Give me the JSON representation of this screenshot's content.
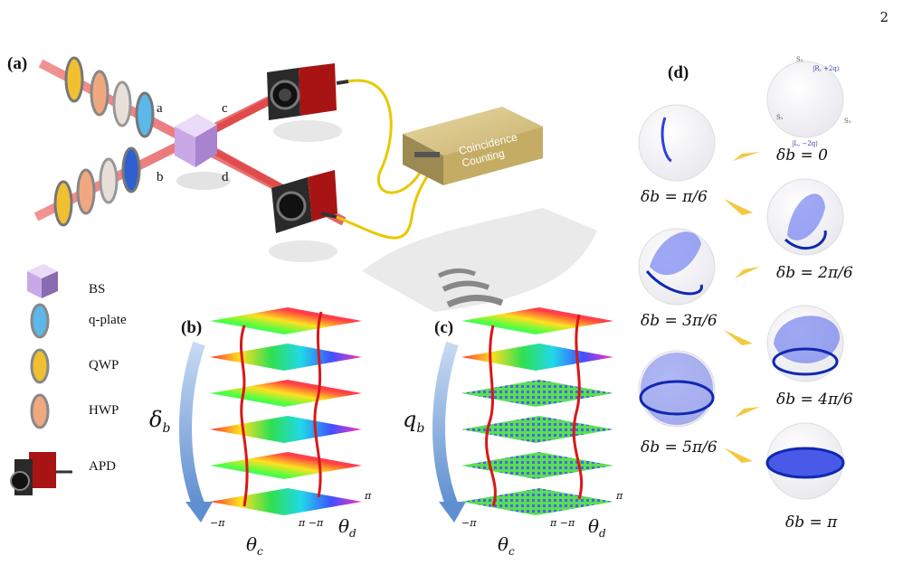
{
  "page_number": "2",
  "panel_a": {
    "label": "(a)",
    "ports": {
      "a": "a",
      "b": "b",
      "c": "c",
      "d": "d"
    },
    "box_line1": "Coincidence",
    "box_line2": "Counting"
  },
  "legend": {
    "bs": "BS",
    "qplate": "q-plate",
    "qwp": "QWP",
    "hwp": "HWP",
    "apd": "APD"
  },
  "panel_b": {
    "label": "(b)",
    "param": "δ",
    "param_sub": "b",
    "axis_x": "θ",
    "axis_x_sub": "c",
    "axis_y": "θ",
    "axis_y_sub": "d",
    "tick_neg_pi": "−π",
    "tick_pi": "π",
    "tick_pi_negpi": "π −π"
  },
  "panel_c": {
    "label": "(c)",
    "param": "q",
    "param_sub": "b",
    "axis_x": "θ",
    "axis_x_sub": "c",
    "axis_y": "θ",
    "axis_y_sub": "d",
    "tick_neg_pi": "−π",
    "tick_pi": "π",
    "tick_pi_negpi": "π −π"
  },
  "panel_d": {
    "label": "(d)",
    "sphere_axes": {
      "s3": "S₃",
      "s1": "S₁",
      "s2": "S₂",
      "top": "|R, +2q⟩",
      "bottom": "|L, −2q⟩"
    },
    "labels": [
      "δb = 0",
      "δb = π/6",
      "δb = 2π/6",
      "δb = 3π/6",
      "δb = 4π/6",
      "δb = 5π/6",
      "δb = π"
    ]
  },
  "colors": {
    "beam": "#e05555",
    "bs": "#c9a8e8",
    "qplate": "#5bb8e8",
    "qwp": "#f0c030",
    "hwp": "#f0a880",
    "apd": "#b01818",
    "cable": "#e8c800",
    "sphere_fill": "#4a5ae8",
    "arrow_blue": "#7da6dd",
    "arrow_yellow": "#f5c842"
  }
}
